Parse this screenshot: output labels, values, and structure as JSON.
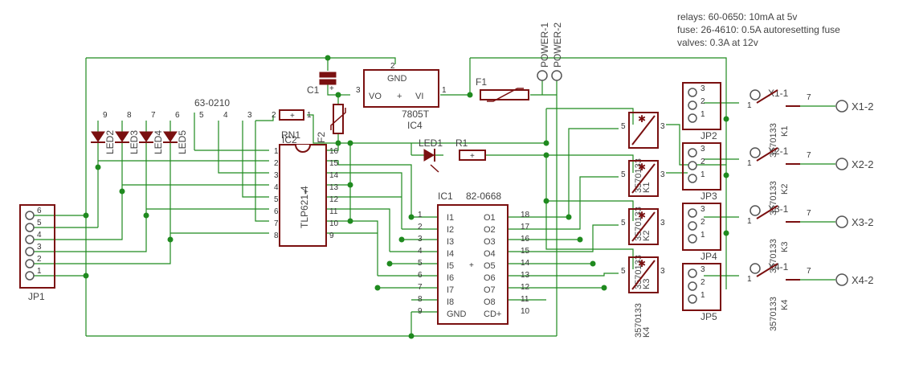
{
  "notes": [
    "relays: 60-0650: 10mA at 5v",
    "fuse: 26-4610: 0.5A autoresetting fuse",
    "valves: 0.3A at 12v"
  ],
  "power": {
    "p1": "POWER-1",
    "p2": "POWER-2"
  },
  "fuse": "F1",
  "regulator": {
    "name": "7805T",
    "ref": "IC4",
    "gnd": "GND",
    "vo": "VO",
    "vi": "VI",
    "plus": "+",
    "pin1": "1",
    "pin2": "2",
    "pin3": "3"
  },
  "cap": {
    "ref": "C1"
  },
  "f2": "F2",
  "rn1": {
    "ref": "RN1",
    "part": "63-0210",
    "pins": [
      "1",
      "2",
      "3",
      "4",
      "5",
      "6",
      "7",
      "8",
      "9"
    ]
  },
  "ic2": {
    "ref": "IC2",
    "part": "TLP621-4",
    "left_pins": [
      "1",
      "2",
      "3",
      "4",
      "5",
      "6",
      "7",
      "8"
    ],
    "right_pins": [
      "16",
      "15",
      "14",
      "13",
      "12",
      "11",
      "10",
      "9"
    ]
  },
  "ic1": {
    "ref": "IC1",
    "part": "82-0668",
    "inputs": [
      "I1",
      "I2",
      "I3",
      "I4",
      "I5",
      "I6",
      "I7",
      "I8",
      "GND"
    ],
    "outputs": [
      "O1",
      "O2",
      "O3",
      "O4",
      "O5",
      "O6",
      "O7",
      "O8",
      "CD+"
    ],
    "left_pins": [
      "1",
      "2",
      "3",
      "4",
      "5",
      "6",
      "7",
      "8",
      "9"
    ],
    "right_pins": [
      "18",
      "17",
      "16",
      "15",
      "14",
      "13",
      "12",
      "11",
      "10"
    ]
  },
  "led1": "LED1",
  "r1": "R1",
  "leds": [
    "LED2",
    "LED3",
    "LED4",
    "LED5"
  ],
  "jp1": {
    "ref": "JP1",
    "pins": [
      "6",
      "5",
      "4",
      "3",
      "2",
      "1"
    ]
  },
  "relays": [
    {
      "ref": "K1",
      "part": "3570133",
      "pin5": "5",
      "pin3": "3"
    },
    {
      "ref": "K2",
      "part": "3570133",
      "pin5": "5",
      "pin3": "3"
    },
    {
      "ref": "K3",
      "part": "3570133",
      "pin5": "5",
      "pin3": "3"
    },
    {
      "ref": "K4",
      "part": "3570133",
      "pin5": "5",
      "pin3": "3"
    }
  ],
  "switches": [
    {
      "ref": "K1",
      "part": "3570133",
      "pin1": "1",
      "pin7": "7",
      "x": "X1-1",
      "x2": "X1-2"
    },
    {
      "ref": "K2",
      "part": "3570133",
      "pin1": "1",
      "pin7": "7",
      "x": "X2-1",
      "x2": "X2-2"
    },
    {
      "ref": "K3",
      "part": "3570133",
      "pin1": "1",
      "pin7": "7",
      "x": "X3-1",
      "x2": "X3-2"
    },
    {
      "ref": "K4",
      "part": "3570133",
      "pin1": "1",
      "pin7": "7",
      "x": "X4-1",
      "x2": "X4-2"
    }
  ],
  "terminals": [
    "JP2",
    "JP3",
    "JP4",
    "JP5"
  ],
  "term_pins": [
    "3",
    "2",
    "1"
  ]
}
